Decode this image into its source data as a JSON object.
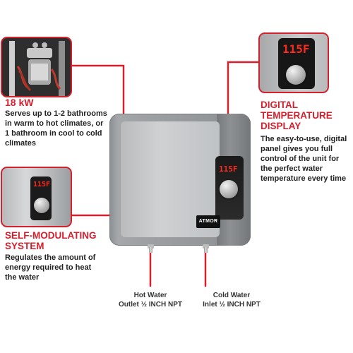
{
  "features": {
    "power": {
      "title": "18 kW",
      "description": "Serves up to 1-2 bathrooms in warm to hot climates, or 1 bathroom in cool to cold climates"
    },
    "modulating": {
      "title": "SELF-MODULATING SYSTEM",
      "description": "Regulates the amount of energy required to heat the water"
    },
    "display": {
      "title": "DIGITAL TEMPERATURE DISPLAY",
      "description": "The easy-to-use, digital panel gives you full control of the unit for the perfect water temperature every time"
    }
  },
  "unit": {
    "brand": "ATMOR",
    "temperature_readout": "115F"
  },
  "connections": {
    "hot_water": {
      "line1": "Hot Water",
      "line2": "Outlet ½ INCH NPT"
    },
    "cold_water": {
      "line1": "Cold Water",
      "line2": "Inlet ½ INCH NPT"
    }
  },
  "colors": {
    "accent_red": "#d5202e",
    "led_red": "#ff2a1f"
  }
}
